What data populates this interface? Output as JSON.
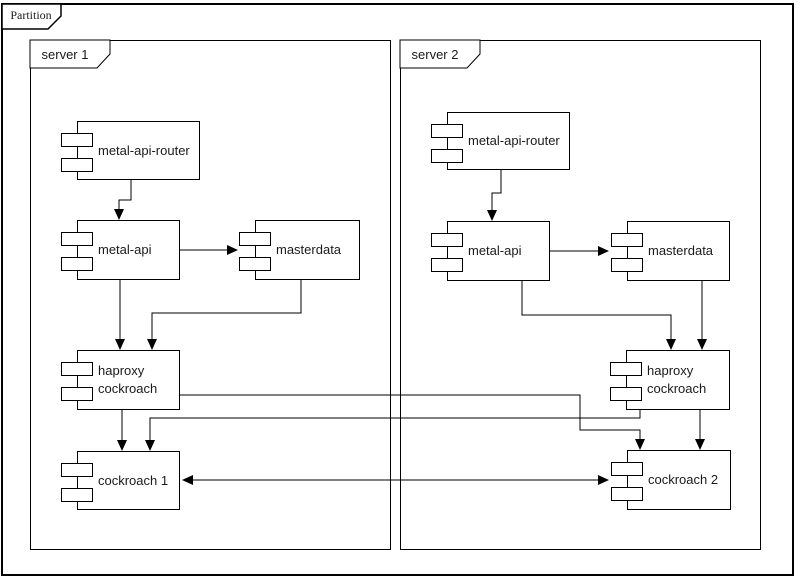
{
  "frame": {
    "label": "Partition"
  },
  "servers": [
    {
      "label": "server 1"
    },
    {
      "label": "server 2"
    }
  ],
  "components": {
    "s1_router": {
      "label": "metal-api-router"
    },
    "s1_api": {
      "label": "metal-api"
    },
    "s1_masterdata": {
      "label": "masterdata"
    },
    "s1_haproxy": {
      "label": "haproxy cockroach"
    },
    "s1_cockroach": {
      "label": "cockroach 1"
    },
    "s2_router": {
      "label": "metal-api-router"
    },
    "s2_api": {
      "label": "metal-api"
    },
    "s2_masterdata": {
      "label": "masterdata"
    },
    "s2_haproxy": {
      "label": "haproxy cockroach"
    },
    "s2_cockroach": {
      "label": "cockroach 2"
    }
  },
  "colors": {
    "line": "#000000",
    "background": "#ffffff",
    "text": "#1a1a1a"
  },
  "connections": [
    {
      "from": "server 1 / metal-api-router",
      "to": "server 1 / metal-api",
      "direction": "one-way"
    },
    {
      "from": "server 1 / metal-api",
      "to": "server 1 / masterdata",
      "direction": "one-way"
    },
    {
      "from": "server 1 / metal-api",
      "to": "server 1 / haproxy cockroach",
      "direction": "one-way"
    },
    {
      "from": "server 1 / masterdata",
      "to": "server 1 / haproxy cockroach",
      "direction": "one-way"
    },
    {
      "from": "server 1 / haproxy cockroach",
      "to": "server 1 / cockroach 1",
      "direction": "one-way"
    },
    {
      "from": "server 1 / haproxy cockroach",
      "to": "server 2 / cockroach 2",
      "direction": "one-way"
    },
    {
      "from": "server 2 / metal-api-router",
      "to": "server 2 / metal-api",
      "direction": "one-way"
    },
    {
      "from": "server 2 / metal-api",
      "to": "server 2 / masterdata",
      "direction": "one-way"
    },
    {
      "from": "server 2 / metal-api",
      "to": "server 2 / haproxy cockroach",
      "direction": "one-way"
    },
    {
      "from": "server 2 / masterdata",
      "to": "server 2 / haproxy cockroach",
      "direction": "one-way"
    },
    {
      "from": "server 2 / haproxy cockroach",
      "to": "server 2 / cockroach 2",
      "direction": "one-way"
    },
    {
      "from": "server 2 / haproxy cockroach",
      "to": "server 1 / cockroach 1",
      "direction": "one-way"
    },
    {
      "from": "server 1 / cockroach 1",
      "to": "server 2 / cockroach 2",
      "direction": "two-way"
    }
  ]
}
